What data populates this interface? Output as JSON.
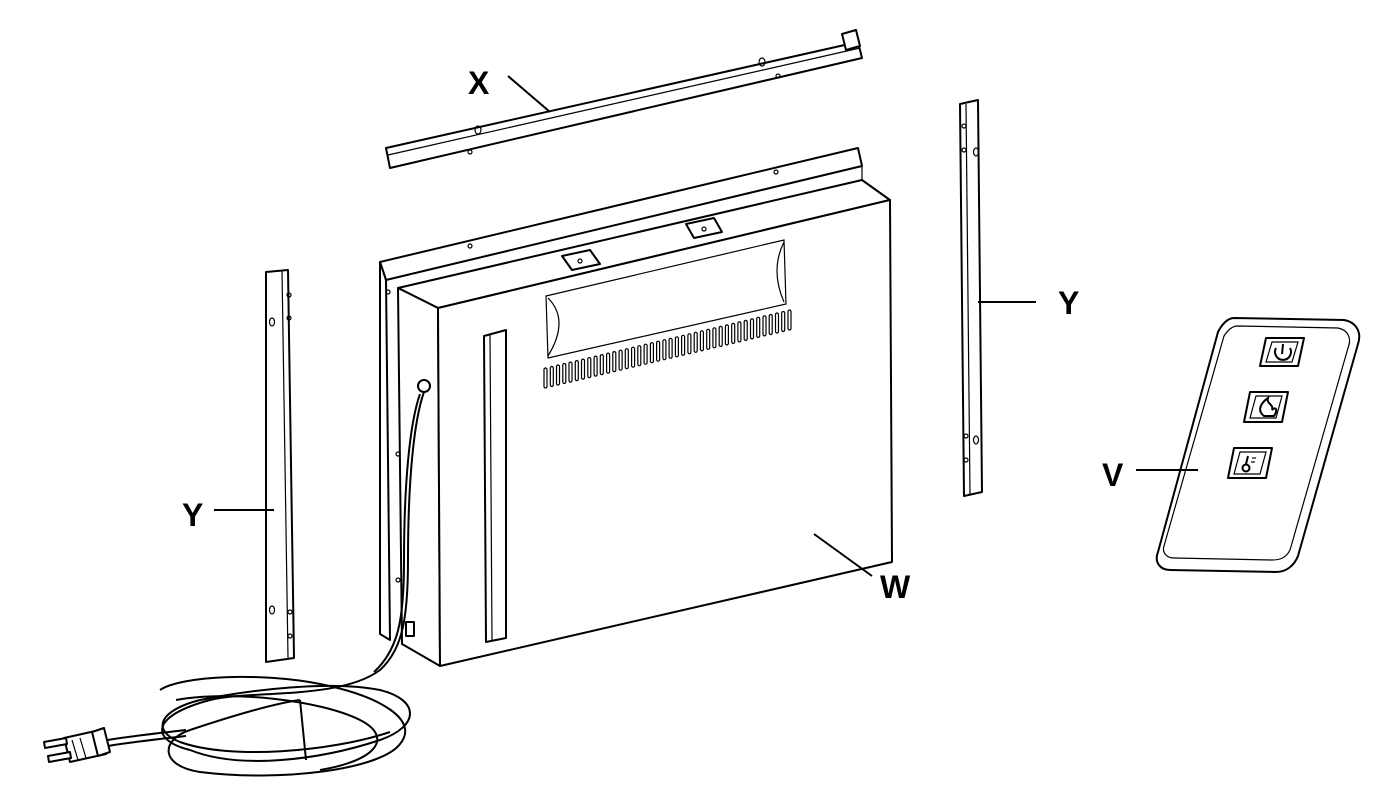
{
  "parts": [
    {
      "id": "X",
      "label": "X",
      "description_name": "top-bracket"
    },
    {
      "id": "Y",
      "label": "Y",
      "description_name": "side-bracket"
    },
    {
      "id": "W",
      "label": "W",
      "description_name": "fireplace-insert"
    },
    {
      "id": "V",
      "label": "V",
      "description_name": "remote-control"
    }
  ],
  "labels": {
    "x": "X",
    "y_left": "Y",
    "y_right": "Y",
    "w": "W",
    "v": "V"
  },
  "remote": {
    "buttons": [
      {
        "icon": "power-icon"
      },
      {
        "icon": "flame-icon"
      },
      {
        "icon": "thermometer-icon"
      }
    ]
  }
}
